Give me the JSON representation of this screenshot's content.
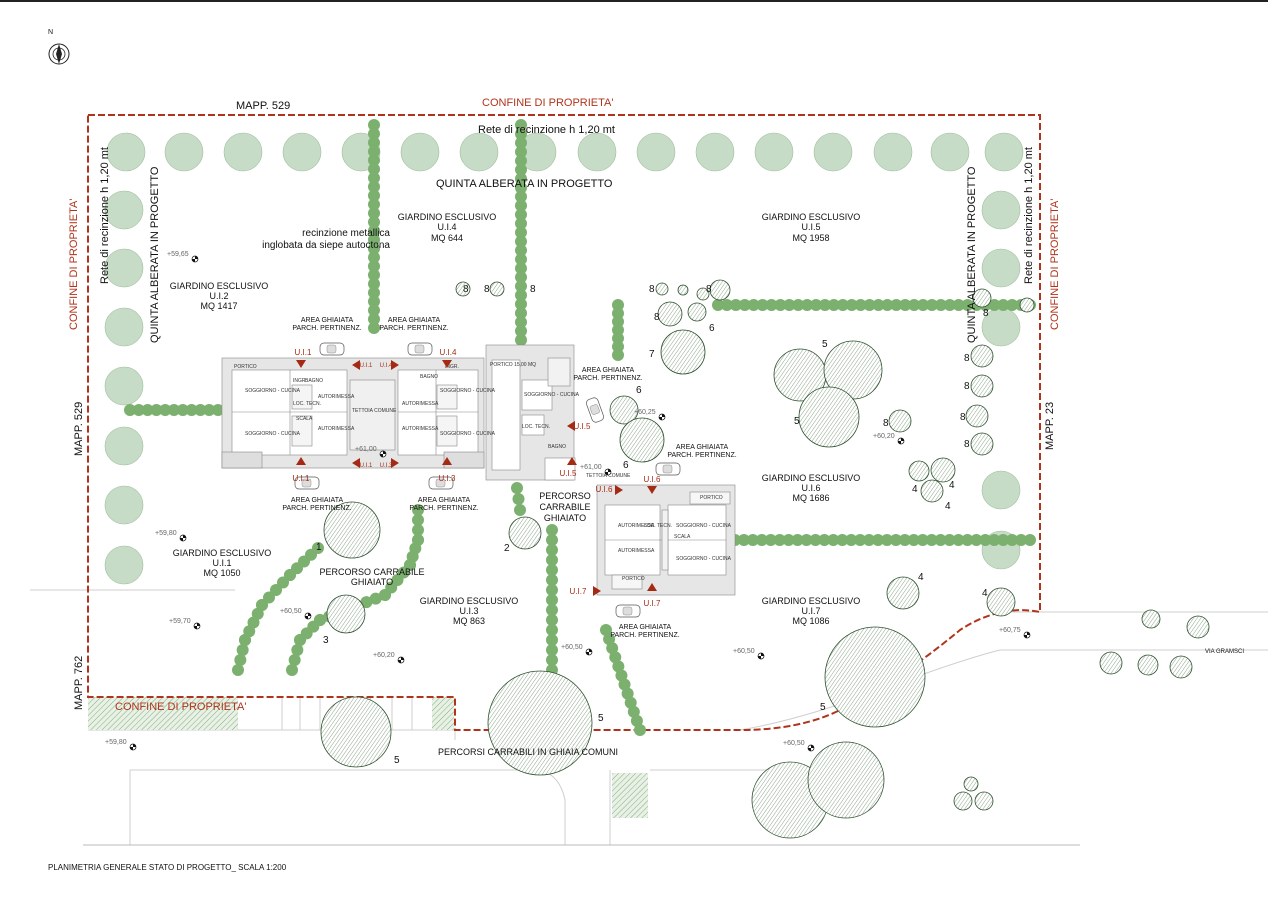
{
  "north": "N",
  "boundaries": {
    "top": "CONFINE DI PROPRIETA'",
    "left": "CONFINE DI PROPRIETA'",
    "right": "CONFINE DI PROPRIETA'",
    "bottom": "CONFINE DI PROPRIETA'"
  },
  "mapp": {
    "top": "MAPP. 529",
    "left_upper": "MAPP. 529",
    "left_lower": "MAPP. 762",
    "right": "MAPP. 23"
  },
  "fences": {
    "top": "Rete di recinzione h 1,20 mt",
    "left": "Rete di recinzione h 1,20 mt",
    "right": "Rete di recinzione h 1,20 mt"
  },
  "tree_rows": {
    "top": "QUINTA ALBERATA IN PROGETTO",
    "left": "QUINTA ALBERATA IN PROGETTO",
    "right": "QUINTA ALBERATA IN PROGETTO"
  },
  "hedge_note": {
    "line1": "recinzione metallica",
    "line2": "inglobata da siepe autoctona"
  },
  "gardens": [
    {
      "title": "GIARDINO ESCLUSIVO",
      "unit": "U.I.2",
      "area": "MQ 1417"
    },
    {
      "title": "GIARDINO ESCLUSIVO",
      "unit": "U.I.4",
      "area": "MQ 644"
    },
    {
      "title": "GIARDINO ESCLUSIVO",
      "unit": "U.I.5",
      "area": "MQ 1958"
    },
    {
      "title": "GIARDINO ESCLUSIVO",
      "unit": "U.I.1",
      "area": "MQ 1050"
    },
    {
      "title": "GIARDINO ESCLUSIVO",
      "unit": "U.I.3",
      "area": "MQ 863"
    },
    {
      "title": "GIARDINO ESCLUSIVO",
      "unit": "U.I.6",
      "area": "MQ 1686"
    },
    {
      "title": "GIARDINO ESCLUSIVO",
      "unit": "U.I.7",
      "area": "MQ 1086"
    }
  ],
  "parking": {
    "line1": "AREA GHIAIATA",
    "line2": "PARCH. PERTINENZ."
  },
  "driveways": {
    "left_line1": "PERCORSO CARRABILE",
    "left_line2": "GHIAIATO",
    "center_line1": "PERCORSO",
    "center_line2": "CARRABILE",
    "center_line3": "GHIAIATO",
    "bottom": "PERCORSI CARRABILI IN GHIAIA COMUNI"
  },
  "street": "VIA GRAMSCI",
  "units": [
    "U.I.1",
    "U.I.2",
    "U.I.3",
    "U.I.4",
    "U.I.5",
    "U.I.6",
    "U.I.7"
  ],
  "elevations": [
    "+59,65",
    "+61,00",
    "+61,00",
    "+60,25",
    "+60,20",
    "+59,80",
    "+59,70",
    "+60,50",
    "+60,20",
    "+60,50",
    "+60,50",
    "+59,80",
    "+60,50",
    "+60,75"
  ],
  "tree_numbers": [
    "1",
    "2",
    "3",
    "4",
    "4",
    "4",
    "4",
    "4",
    "5",
    "5",
    "5",
    "5",
    "5",
    "6",
    "6",
    "6",
    "7",
    "8",
    "8",
    "8",
    "8",
    "8",
    "8",
    "8",
    "8",
    "8",
    "8",
    "8",
    "8"
  ],
  "building_labels": {
    "portico": "PORTICO",
    "soggiorno": "SOGGIORNO - CUCINA",
    "autorimessa": "AUTORIMESSA",
    "loc_tecn": "LOC. TECN.",
    "scala": "SCALA",
    "bagno": "BAGNO",
    "ingr": "INGR.",
    "tettoia": "TETTOIA COMUNE",
    "portico_mq": "PORTICO 15,00 MQ"
  },
  "caption": "PLANIMETRIA GENERALE STATO DI PROGETTO_ SCALA 1:200",
  "colors": {
    "boundary": "#b0341c",
    "tree_fill": "#c7dcc6",
    "tree_stroke": "#9fbf9e",
    "hedge": "#7bb06f",
    "big_tree": "#2e4f2e",
    "unit_marker": "#a52a14"
  }
}
